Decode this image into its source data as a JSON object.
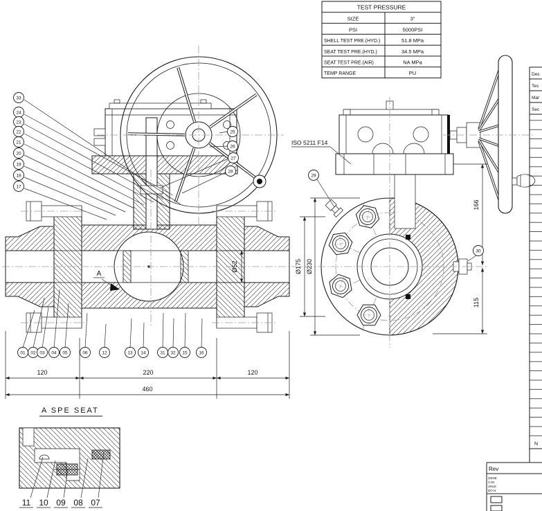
{
  "table": {
    "title": "TEST PRESSURE",
    "rows": [
      {
        "label": "SIZE",
        "value": "3\""
      },
      {
        "label": "PSI",
        "value": "5000PSI"
      },
      {
        "label": "SHELL TEST PRE.(HYD.)",
        "value": "51.8 MPa"
      },
      {
        "label": "SEAT TEST PRE.(HYD.)",
        "value": "34.5 MPa"
      },
      {
        "label": "SEAT TEST PRE.(AIR)",
        "value": "NA  MPa"
      },
      {
        "label": "TEMP RANGE",
        "value": "PU"
      }
    ]
  },
  "labels": {
    "iso": "ISO 5211 F14",
    "detail_title": "A SPE SEAT",
    "section": "A"
  },
  "balloons": {
    "left": [
      "33",
      "24",
      "23",
      "22",
      "21",
      "20",
      "19",
      "18",
      "17"
    ],
    "bottom": [
      "01",
      "02",
      "03",
      "04",
      "05",
      "06",
      "12",
      "13",
      "14",
      "31",
      "32",
      "15",
      "16"
    ],
    "wheel": [
      "25",
      "26",
      "27",
      "28"
    ],
    "side": [
      "29",
      "30"
    ],
    "detail": [
      "11",
      "10",
      "09",
      "08",
      "07"
    ]
  },
  "dims": {
    "h": [
      "120",
      "220",
      "120",
      "460"
    ],
    "dia": [
      "Ø52",
      "Ø175",
      "Ø230"
    ],
    "v": [
      "166",
      "115"
    ]
  },
  "title_block": {
    "labels": [
      "Des",
      "Tes",
      "Mar",
      "Sec"
    ],
    "n": "N",
    "rev": "Rev",
    "fine": [
      "GENE",
      "CAD",
      "UNLE",
      "DO N"
    ]
  },
  "colors": {
    "line": "#1a1a1a",
    "centerline": "#9a9a9a",
    "background": "#ffffff"
  }
}
